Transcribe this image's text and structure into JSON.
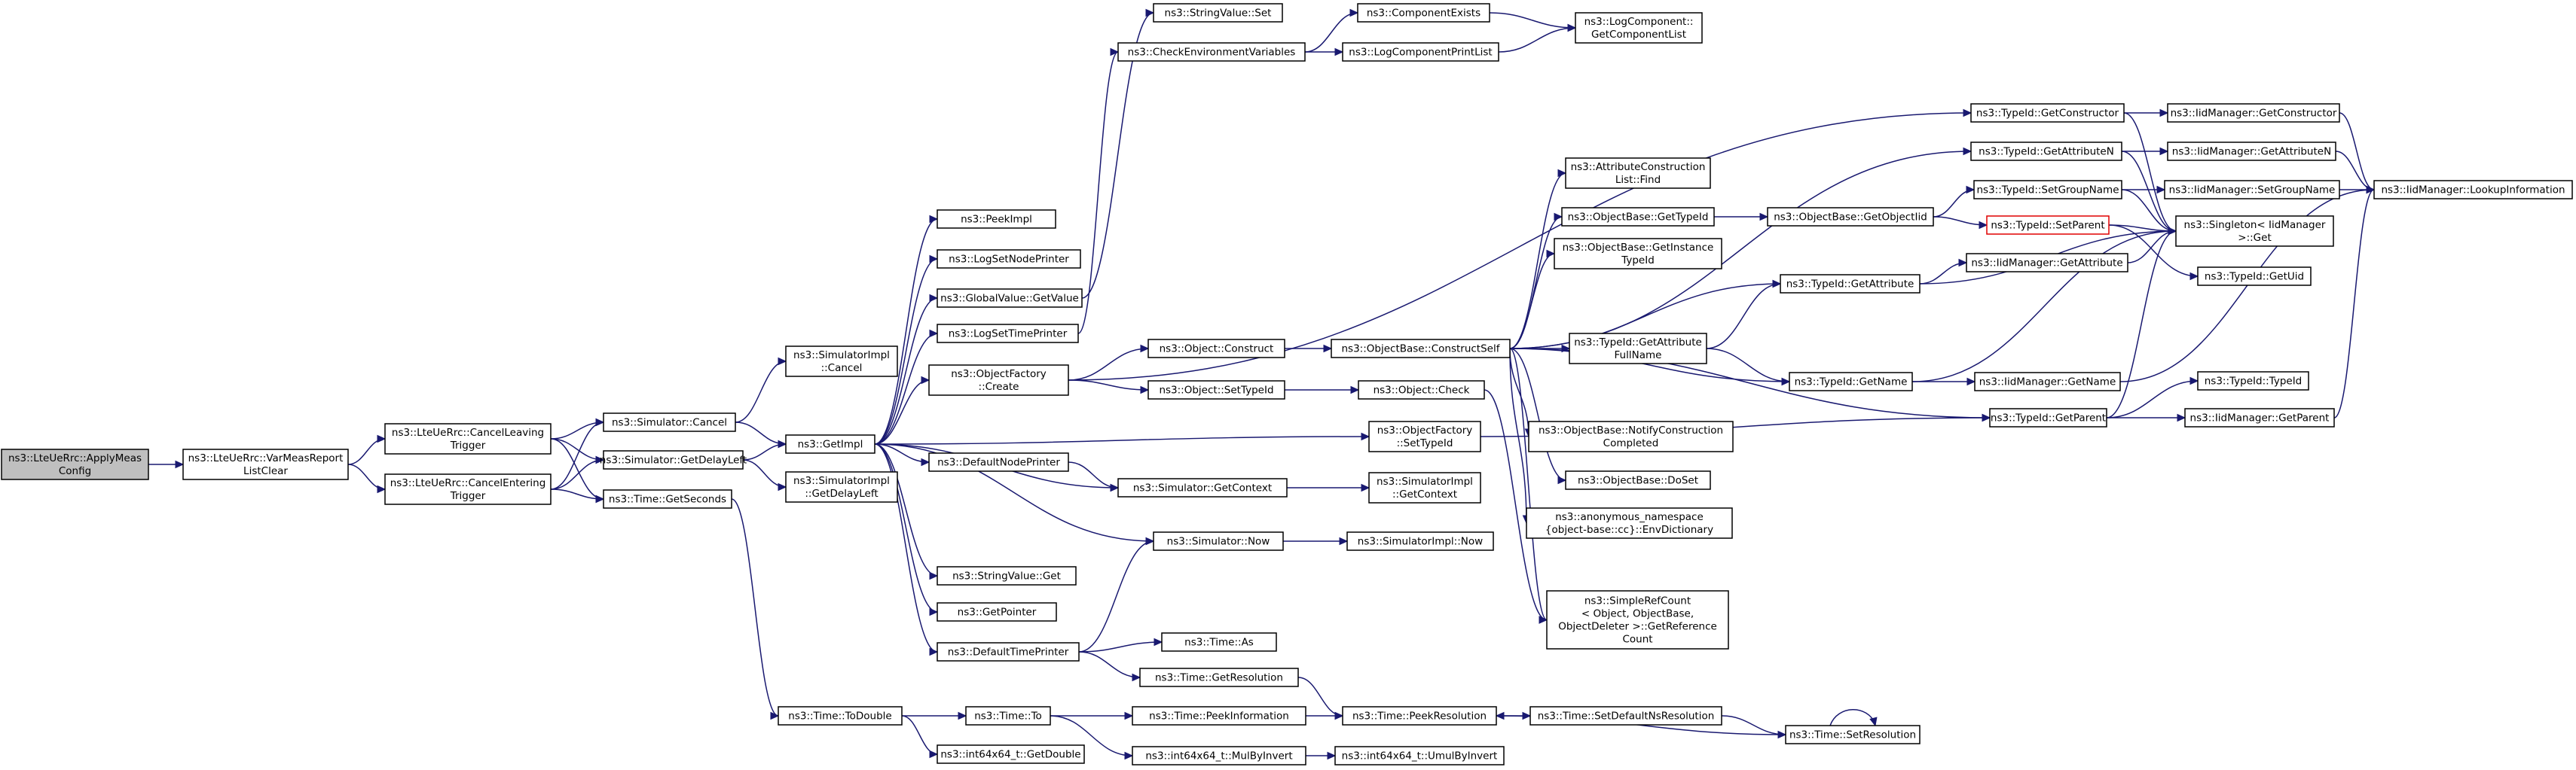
{
  "colors": {
    "edge": "#191970",
    "root_fill": "#bfbfbf",
    "truncated_border": "#e00000",
    "node_border": "#000000"
  },
  "nodes": [
    {
      "id": "root",
      "lines": [
        "ns3::LteUeRrc::ApplyMeas",
        "Config"
      ],
      "root": true
    },
    {
      "id": "varMeas",
      "lines": [
        "ns3::LteUeRrc::VarMeasReport",
        "ListClear"
      ]
    },
    {
      "id": "cancelLeaving",
      "lines": [
        "ns3::LteUeRrc::CancelLeaving",
        "Trigger"
      ]
    },
    {
      "id": "cancelEntering",
      "lines": [
        "ns3::LteUeRrc::CancelEntering",
        "Trigger"
      ]
    },
    {
      "id": "simCancel",
      "lines": [
        "ns3::Simulator::Cancel"
      ]
    },
    {
      "id": "simGetDelayLeft",
      "lines": [
        "ns3::Simulator::GetDelayLeft"
      ]
    },
    {
      "id": "timeGetSeconds",
      "lines": [
        "ns3::Time::GetSeconds"
      ]
    },
    {
      "id": "simImplCancel",
      "lines": [
        "ns3::SimulatorImpl",
        "::Cancel"
      ]
    },
    {
      "id": "getImpl",
      "lines": [
        "ns3::GetImpl"
      ]
    },
    {
      "id": "simImplGetDelayLeft",
      "lines": [
        "ns3::SimulatorImpl",
        "::GetDelayLeft"
      ]
    },
    {
      "id": "timeToDouble",
      "lines": [
        "ns3::Time::ToDouble"
      ]
    },
    {
      "id": "peekImpl",
      "lines": [
        "ns3::PeekImpl"
      ]
    },
    {
      "id": "logSetNodePrinter",
      "lines": [
        "ns3::LogSetNodePrinter"
      ]
    },
    {
      "id": "globalValueGetValue",
      "lines": [
        "ns3::GlobalValue::GetValue"
      ]
    },
    {
      "id": "logSetTimePrinter",
      "lines": [
        "ns3::LogSetTimePrinter"
      ]
    },
    {
      "id": "objectFactoryCreate",
      "lines": [
        "ns3::ObjectFactory",
        "::Create"
      ]
    },
    {
      "id": "defaultNodePrinter",
      "lines": [
        "ns3::DefaultNodePrinter"
      ]
    },
    {
      "id": "stringValueGet",
      "lines": [
        "ns3::StringValue::Get"
      ]
    },
    {
      "id": "getPointer",
      "lines": [
        "ns3::GetPointer"
      ]
    },
    {
      "id": "defaultTimePrinter",
      "lines": [
        "ns3::DefaultTimePrinter"
      ]
    },
    {
      "id": "timeTo",
      "lines": [
        "ns3::Time::To"
      ]
    },
    {
      "id": "int64GetDouble",
      "lines": [
        "ns3::int64x64_t::GetDouble"
      ]
    },
    {
      "id": "stringValueSet",
      "lines": [
        "ns3::StringValue::Set"
      ]
    },
    {
      "id": "checkEnv",
      "lines": [
        "ns3::CheckEnvironmentVariables"
      ]
    },
    {
      "id": "componentExists",
      "lines": [
        "ns3::ComponentExists"
      ]
    },
    {
      "id": "logComponentPrintList",
      "lines": [
        "ns3::LogComponentPrintList"
      ]
    },
    {
      "id": "logComponentGetList",
      "lines": [
        "ns3::LogComponent::",
        "GetComponentList"
      ]
    },
    {
      "id": "objectConstruct",
      "lines": [
        "ns3::Object::Construct"
      ]
    },
    {
      "id": "objectSetTypeId",
      "lines": [
        "ns3::Object::SetTypeId"
      ]
    },
    {
      "id": "objectFactorySetTypeId",
      "lines": [
        "ns3::ObjectFactory",
        "::SetTypeId"
      ]
    },
    {
      "id": "simGetContext",
      "lines": [
        "ns3::Simulator::GetContext"
      ]
    },
    {
      "id": "simNow",
      "lines": [
        "ns3::Simulator::Now"
      ]
    },
    {
      "id": "timeAs",
      "lines": [
        "ns3::Time::As"
      ]
    },
    {
      "id": "timeGetResolution",
      "lines": [
        "ns3::Time::GetResolution"
      ]
    },
    {
      "id": "timePeekInformation",
      "lines": [
        "ns3::Time::PeekInformation"
      ]
    },
    {
      "id": "int64MulByInvert",
      "lines": [
        "ns3::int64x64_t::MulByInvert"
      ]
    },
    {
      "id": "objectBaseConstructSelf",
      "lines": [
        "ns3::ObjectBase::ConstructSelf"
      ]
    },
    {
      "id": "objectCheck",
      "lines": [
        "ns3::Object::Check"
      ]
    },
    {
      "id": "simImplGetContext",
      "lines": [
        "ns3::SimulatorImpl",
        "::GetContext"
      ]
    },
    {
      "id": "simImplNow",
      "lines": [
        "ns3::SimulatorImpl::Now"
      ]
    },
    {
      "id": "timePeekResolution",
      "lines": [
        "ns3::Time::PeekResolution"
      ]
    },
    {
      "id": "int64UmulByInvert",
      "lines": [
        "ns3::int64x64_t::UmulByInvert"
      ]
    },
    {
      "id": "attrConstructionListFind",
      "lines": [
        "ns3::AttributeConstruction",
        "List::Find"
      ]
    },
    {
      "id": "objectBaseGetTypeId",
      "lines": [
        "ns3::ObjectBase::GetTypeId"
      ]
    },
    {
      "id": "objectBaseGetInstanceTypeId",
      "lines": [
        "ns3::ObjectBase::GetInstance",
        "TypeId"
      ]
    },
    {
      "id": "typeIdGetAttributeFullName",
      "lines": [
        "ns3::TypeId::GetAttribute",
        "FullName"
      ]
    },
    {
      "id": "objectBaseNotify",
      "lines": [
        "ns3::ObjectBase::NotifyConstruction",
        "Completed"
      ]
    },
    {
      "id": "objectBaseDoSet",
      "lines": [
        "ns3::ObjectBase::DoSet"
      ]
    },
    {
      "id": "anonEnvDictionary",
      "lines": [
        "ns3::anonymous_namespace",
        "{object-base::cc}::EnvDictionary"
      ]
    },
    {
      "id": "simpleRefCount",
      "lines": [
        "ns3::SimpleRefCount",
        "< Object, ObjectBase,",
        "ObjectDeleter >::GetReference",
        "Count"
      ]
    },
    {
      "id": "timeSetDefaultNsResolution",
      "lines": [
        "ns3::Time::SetDefaultNsResolution"
      ]
    },
    {
      "id": "objectBaseGetObjectIid",
      "lines": [
        "ns3::ObjectBase::GetObjectIid"
      ]
    },
    {
      "id": "typeIdGetAttribute",
      "lines": [
        "ns3::TypeId::GetAttribute"
      ]
    },
    {
      "id": "typeIdGetName",
      "lines": [
        "ns3::TypeId::GetName"
      ]
    },
    {
      "id": "timeSetResolution",
      "lines": [
        "ns3::Time::SetResolution"
      ]
    },
    {
      "id": "typeIdGetConstructor",
      "lines": [
        "ns3::TypeId::GetConstructor"
      ]
    },
    {
      "id": "typeIdGetAttributeN",
      "lines": [
        "ns3::TypeId::GetAttributeN"
      ]
    },
    {
      "id": "typeIdSetGroupName",
      "lines": [
        "ns3::TypeId::SetGroupName"
      ]
    },
    {
      "id": "typeIdSetParent",
      "lines": [
        "ns3::TypeId::SetParent"
      ],
      "truncated": true
    },
    {
      "id": "iidGetAttribute",
      "lines": [
        "ns3::IidManager::GetAttribute"
      ]
    },
    {
      "id": "iidGetName",
      "lines": [
        "ns3::IidManager::GetName"
      ]
    },
    {
      "id": "typeIdGetParent",
      "lines": [
        "ns3::TypeId::GetParent"
      ]
    },
    {
      "id": "iidGetConstructor",
      "lines": [
        "ns3::IidManager::GetConstructor"
      ]
    },
    {
      "id": "iidGetAttributeN",
      "lines": [
        "ns3::IidManager::GetAttributeN"
      ]
    },
    {
      "id": "iidSetGroupName",
      "lines": [
        "ns3::IidManager::SetGroupName"
      ]
    },
    {
      "id": "singletonGet",
      "lines": [
        "ns3::Singleton< IidManager",
        " >::Get"
      ]
    },
    {
      "id": "typeIdGetUid",
      "lines": [
        "ns3::TypeId::GetUid"
      ]
    },
    {
      "id": "typeIdTypeId",
      "lines": [
        "ns3::TypeId::TypeId"
      ]
    },
    {
      "id": "iidGetParent",
      "lines": [
        "ns3::IidManager::GetParent"
      ]
    },
    {
      "id": "iidLookupInformation",
      "lines": [
        "ns3::IidManager::LookupInformation"
      ]
    }
  ],
  "edges": [
    [
      "root",
      "varMeas"
    ],
    [
      "varMeas",
      "cancelLeaving"
    ],
    [
      "varMeas",
      "cancelEntering"
    ],
    [
      "cancelLeaving",
      "simCancel"
    ],
    [
      "cancelLeaving",
      "simGetDelayLeft"
    ],
    [
      "cancelLeaving",
      "timeGetSeconds"
    ],
    [
      "cancelEntering",
      "simCancel"
    ],
    [
      "cancelEntering",
      "simGetDelayLeft"
    ],
    [
      "cancelEntering",
      "timeGetSeconds"
    ],
    [
      "simCancel",
      "simImplCancel"
    ],
    [
      "simCancel",
      "getImpl"
    ],
    [
      "simGetDelayLeft",
      "getImpl"
    ],
    [
      "simGetDelayLeft",
      "simImplGetDelayLeft"
    ],
    [
      "timeGetSeconds",
      "timeToDouble"
    ],
    [
      "getImpl",
      "peekImpl"
    ],
    [
      "getImpl",
      "logSetNodePrinter"
    ],
    [
      "getImpl",
      "globalValueGetValue"
    ],
    [
      "getImpl",
      "logSetTimePrinter"
    ],
    [
      "getImpl",
      "objectFactoryCreate"
    ],
    [
      "getImpl",
      "objectFactorySetTypeId"
    ],
    [
      "getImpl",
      "defaultNodePrinter"
    ],
    [
      "getImpl",
      "simGetContext"
    ],
    [
      "getImpl",
      "simNow"
    ],
    [
      "getImpl",
      "stringValueGet"
    ],
    [
      "getImpl",
      "getPointer"
    ],
    [
      "getImpl",
      "defaultTimePrinter"
    ],
    [
      "globalValueGetValue",
      "stringValueSet"
    ],
    [
      "logSetTimePrinter",
      "checkEnv"
    ],
    [
      "checkEnv",
      "componentExists"
    ],
    [
      "checkEnv",
      "logComponentPrintList"
    ],
    [
      "componentExists",
      "logComponentGetList"
    ],
    [
      "logComponentPrintList",
      "logComponentGetList"
    ],
    [
      "objectFactoryCreate",
      "objectConstruct"
    ],
    [
      "objectFactoryCreate",
      "objectSetTypeId"
    ],
    [
      "objectFactoryCreate",
      "typeIdGetConstructor"
    ],
    [
      "objectConstruct",
      "objectBaseConstructSelf"
    ],
    [
      "objectSetTypeId",
      "objectCheck"
    ],
    [
      "objectCheck",
      "simpleRefCount"
    ],
    [
      "objectFactorySetTypeId",
      "typeIdGetParent"
    ],
    [
      "defaultNodePrinter",
      "simGetContext"
    ],
    [
      "simGetContext",
      "simImplGetContext"
    ],
    [
      "simNow",
      "simImplNow"
    ],
    [
      "defaultTimePrinter",
      "simNow"
    ],
    [
      "defaultTimePrinter",
      "timeAs"
    ],
    [
      "defaultTimePrinter",
      "timeGetResolution"
    ],
    [
      "timeGetResolution",
      "timePeekResolution"
    ],
    [
      "timeToDouble",
      "timeTo"
    ],
    [
      "timeToDouble",
      "int64GetDouble"
    ],
    [
      "timeTo",
      "timePeekInformation"
    ],
    [
      "timeTo",
      "int64MulByInvert"
    ],
    [
      "timePeekInformation",
      "timePeekResolution"
    ],
    [
      "int64MulByInvert",
      "int64UmulByInvert"
    ],
    [
      "timePeekResolution",
      "timeSetDefaultNsResolution"
    ],
    [
      "timeSetDefaultNsResolution",
      "timeSetResolution"
    ],
    [
      "timeSetResolution",
      "timePeekResolution"
    ],
    [
      "timeSetResolution",
      "timeSetResolution"
    ],
    [
      "objectBaseConstructSelf",
      "attrConstructionListFind"
    ],
    [
      "objectBaseConstructSelf",
      "objectBaseGetTypeId"
    ],
    [
      "objectBaseConstructSelf",
      "objectBaseGetInstanceTypeId"
    ],
    [
      "objectBaseConstructSelf",
      "typeIdGetAttributeFullName"
    ],
    [
      "objectBaseConstructSelf",
      "objectBaseNotify"
    ],
    [
      "objectBaseConstructSelf",
      "objectBaseDoSet"
    ],
    [
      "objectBaseConstructSelf",
      "anonEnvDictionary"
    ],
    [
      "objectBaseConstructSelf",
      "typeIdGetAttribute"
    ],
    [
      "objectBaseConstructSelf",
      "typeIdGetName"
    ],
    [
      "objectBaseConstructSelf",
      "typeIdGetAttributeN"
    ],
    [
      "objectBaseConstructSelf",
      "typeIdGetParent"
    ],
    [
      "objectBaseConstructSelf",
      "simpleRefCount"
    ],
    [
      "objectBaseGetTypeId",
      "objectBaseGetObjectIid"
    ],
    [
      "objectBaseGetObjectIid",
      "typeIdSetGroupName"
    ],
    [
      "objectBaseGetObjectIid",
      "typeIdSetParent"
    ],
    [
      "typeIdGetAttributeFullName",
      "typeIdGetAttribute"
    ],
    [
      "typeIdGetAttributeFullName",
      "typeIdGetName"
    ],
    [
      "typeIdGetAttribute",
      "iidGetAttribute"
    ],
    [
      "typeIdGetAttribute",
      "singletonGet"
    ],
    [
      "typeIdGetName",
      "iidGetName"
    ],
    [
      "typeIdGetName",
      "singletonGet"
    ],
    [
      "typeIdGetConstructor",
      "iidGetConstructor"
    ],
    [
      "typeIdGetConstructor",
      "singletonGet"
    ],
    [
      "typeIdGetAttributeN",
      "iidGetAttributeN"
    ],
    [
      "typeIdGetAttributeN",
      "singletonGet"
    ],
    [
      "typeIdSetGroupName",
      "iidSetGroupName"
    ],
    [
      "typeIdSetGroupName",
      "singletonGet"
    ],
    [
      "typeIdSetParent",
      "singletonGet"
    ],
    [
      "typeIdSetParent",
      "typeIdGetUid"
    ],
    [
      "typeIdGetParent",
      "typeIdTypeId"
    ],
    [
      "typeIdGetParent",
      "iidGetParent"
    ],
    [
      "typeIdGetParent",
      "singletonGet"
    ],
    [
      "iidGetConstructor",
      "iidLookupInformation"
    ],
    [
      "iidGetAttributeN",
      "iidLookupInformation"
    ],
    [
      "iidSetGroupName",
      "iidLookupInformation"
    ],
    [
      "iidGetName",
      "iidLookupInformation"
    ],
    [
      "iidGetParent",
      "iidLookupInformation"
    ],
    [
      "iidGetAttribute",
      "singletonGet"
    ]
  ]
}
